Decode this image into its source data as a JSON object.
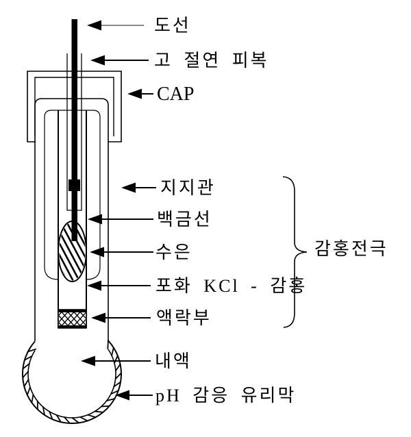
{
  "figure": {
    "type": "electrode-diagram",
    "description_labels_count": 11
  },
  "labels": {
    "lead_wire": "도선",
    "high_insulation_coating": "고 절연 피복",
    "cap": "CAP",
    "support_tube": "지지관",
    "platinum_wire": "백금선",
    "mercury": "수은",
    "saturated_kcl_calomel": "포화 KCl - 감홍",
    "liquid_junction": "액락부",
    "inner_solution": "내액",
    "ph_glass_membrane": "pH 감응 유리막",
    "calomel_electrode_brace": "감홍전극"
  },
  "colors": {
    "line": "#000000",
    "lead_wire_arrow_shaft": "#8a8a8a",
    "background": "#ffffff"
  }
}
